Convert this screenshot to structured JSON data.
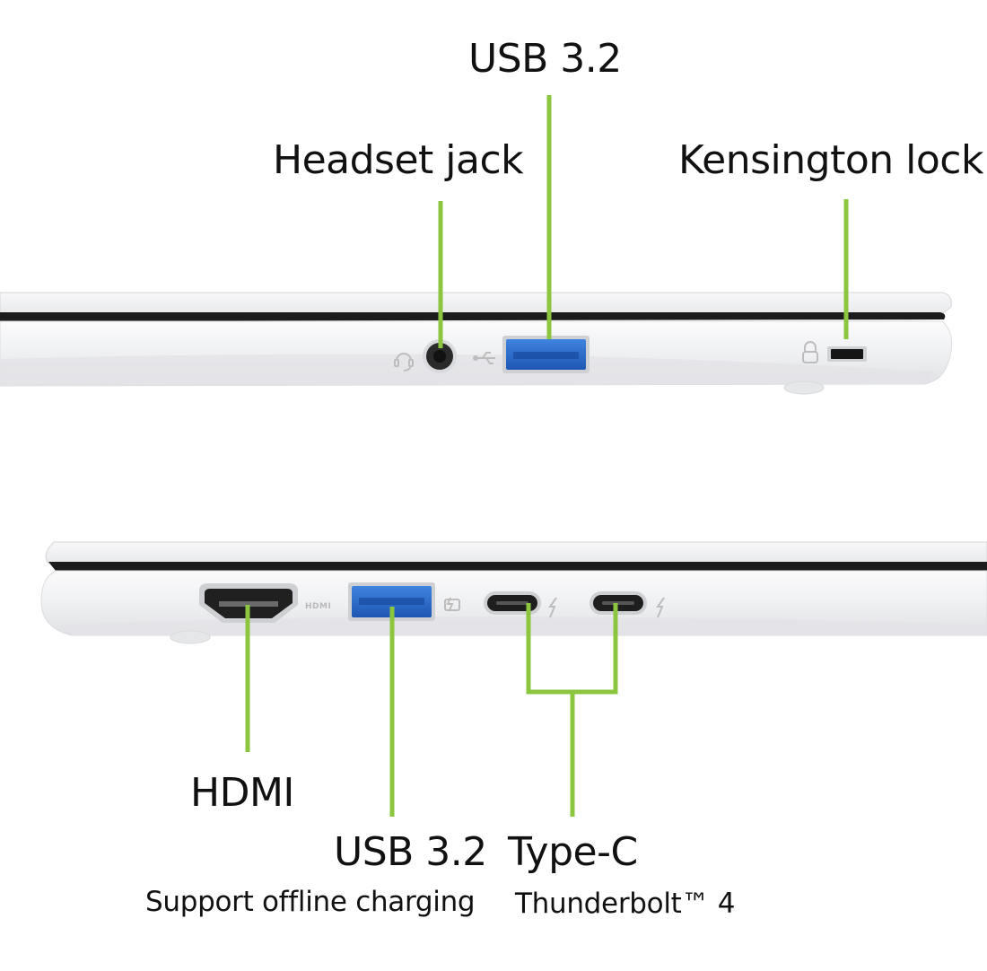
{
  "labels": {
    "usb_top": "USB 3.2",
    "headset": "Headset jack",
    "kensington": "Kensington lock",
    "hdmi": "HDMI",
    "usb_bottom": "USB 3.2",
    "usb_bottom_sub": "Support offline charging",
    "typec": "Type-C",
    "typec_sub": "Thunderbolt™ 4"
  },
  "port_marks": {
    "hdmi": "HDMI"
  },
  "colors": {
    "leader_line": "#8cc63f",
    "usb_port": "#2f6fcf",
    "chassis": "#f1f2f4",
    "chassis_shadow": "#e2e3e6",
    "chassis_edge": "#1a1a1a",
    "background": "#ffffff"
  },
  "icons": [
    "headset-icon",
    "usb-icon",
    "lock-icon",
    "charging-icon",
    "thunderbolt-icon"
  ]
}
